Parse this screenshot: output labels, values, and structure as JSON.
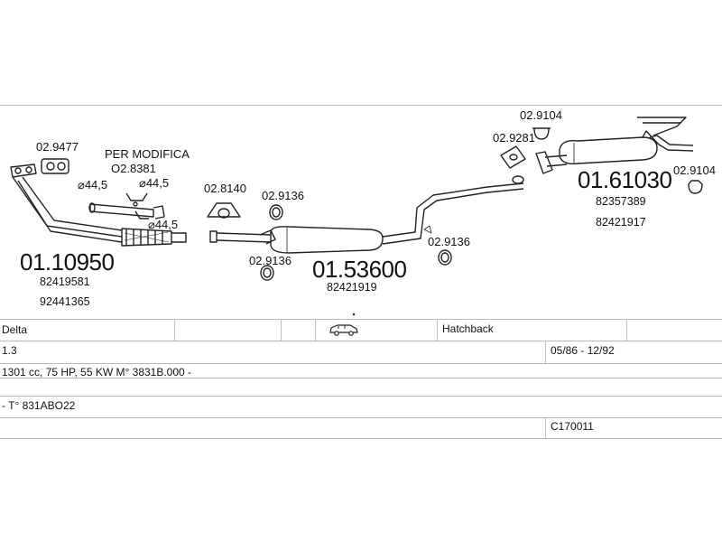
{
  "parts": {
    "p1": {
      "number": "01.10950",
      "oems": [
        "82419581",
        "92441365"
      ]
    },
    "p2": {
      "number": "01.53600",
      "oems": [
        "82421919"
      ]
    },
    "p3": {
      "number": "01.61030",
      "oems": [
        "82357389",
        "82421917"
      ]
    }
  },
  "fittings": {
    "f_2_9477": "02.9477",
    "per_modifica": "PER MODIFICA",
    "f_2_8381": "O2.8381",
    "dia1": "⌀44,5",
    "dia2": "⌀44,5",
    "dia3": "⌀44,5",
    "f_2_8140": "02.8140",
    "f_2_9136_a": "02.9136",
    "f_2_9136_b": "02.9136",
    "f_2_9136_c": "02.9136",
    "f_2_9104_a": "02.9104",
    "f_2_9281": "02.9281",
    "f_2_9104_b": "02.9104"
  },
  "table": {
    "model": "Delta",
    "body": "Hatchback",
    "engine": "1.3",
    "period": "05/86 - 12/92",
    "spec": "1301 cc, 75 HP, 55 KW  M° 3831B.000 -",
    "type": "- T° 831ABO22",
    "code": "C170011"
  }
}
